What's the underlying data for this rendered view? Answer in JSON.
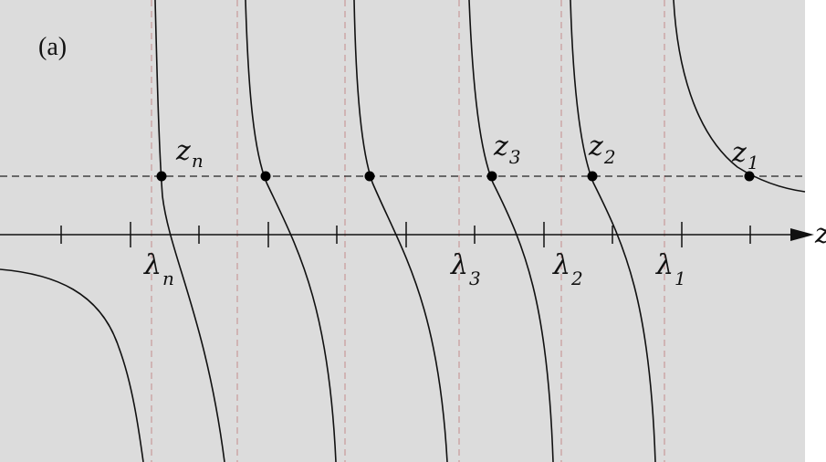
{
  "panel_label": "(a)",
  "axis_label": "z",
  "lambda_symbol": "λ",
  "z_symbol": "z",
  "lambda_labels": [
    {
      "name": "lambda-n",
      "sub": "n"
    },
    {
      "name": "lambda-3",
      "sub": "3"
    },
    {
      "name": "lambda-2",
      "sub": "2"
    },
    {
      "name": "lambda-1",
      "sub": "1"
    }
  ],
  "root_labels": [
    {
      "name": "z-n",
      "sub": "n"
    },
    {
      "name": "z-3",
      "sub": "3"
    },
    {
      "name": "z-2",
      "sub": "2"
    },
    {
      "name": "z-1",
      "sub": "1"
    }
  ],
  "colors": {
    "background": "#dcdcdc",
    "curve": "#111111",
    "axis": "#111111",
    "asymptote": "#c99a9a",
    "level_line": "#222222",
    "root_point": "#000000"
  }
}
